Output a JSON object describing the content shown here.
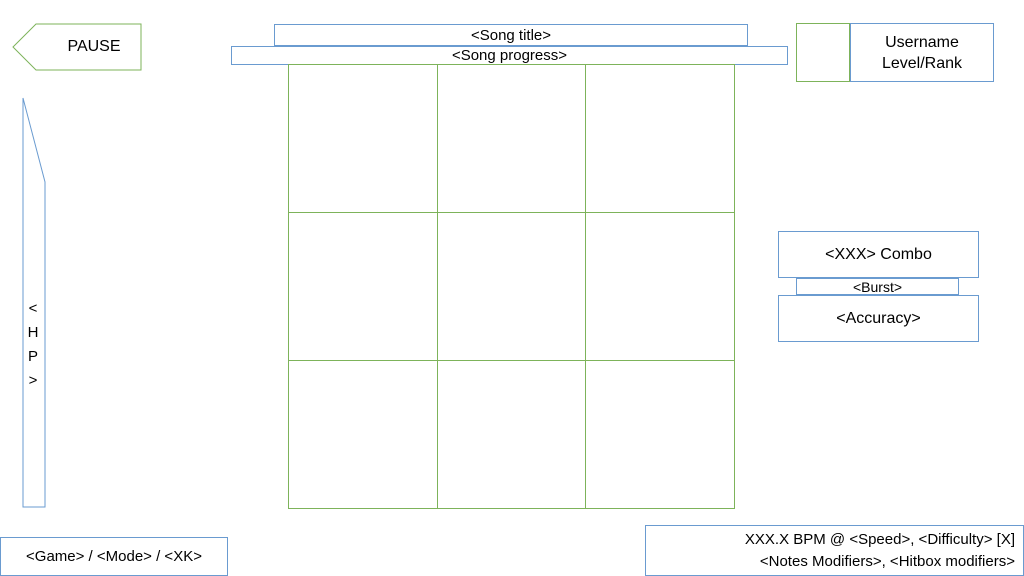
{
  "hud": {
    "pause_label": "PAUSE",
    "song_title": "<Song title>",
    "song_progress": "<Song progress>",
    "username": "Username",
    "level_rank": "Level/Rank",
    "hp_chars": [
      "<",
      "H",
      "P",
      ">"
    ],
    "combo": "<XXX> Combo",
    "burst": "<Burst>",
    "accuracy": "<Accuracy>",
    "game_mode": "<Game> / <Mode> / <XK>",
    "bpm_line": "XXX.X BPM @ <Speed>, <Difficulty> [X]",
    "modifiers_line": "<Notes Modifiers>, <Hitbox modifiers>"
  },
  "colors": {
    "blue_outline": "#6a9bd0",
    "green_outline": "#7db35a"
  }
}
